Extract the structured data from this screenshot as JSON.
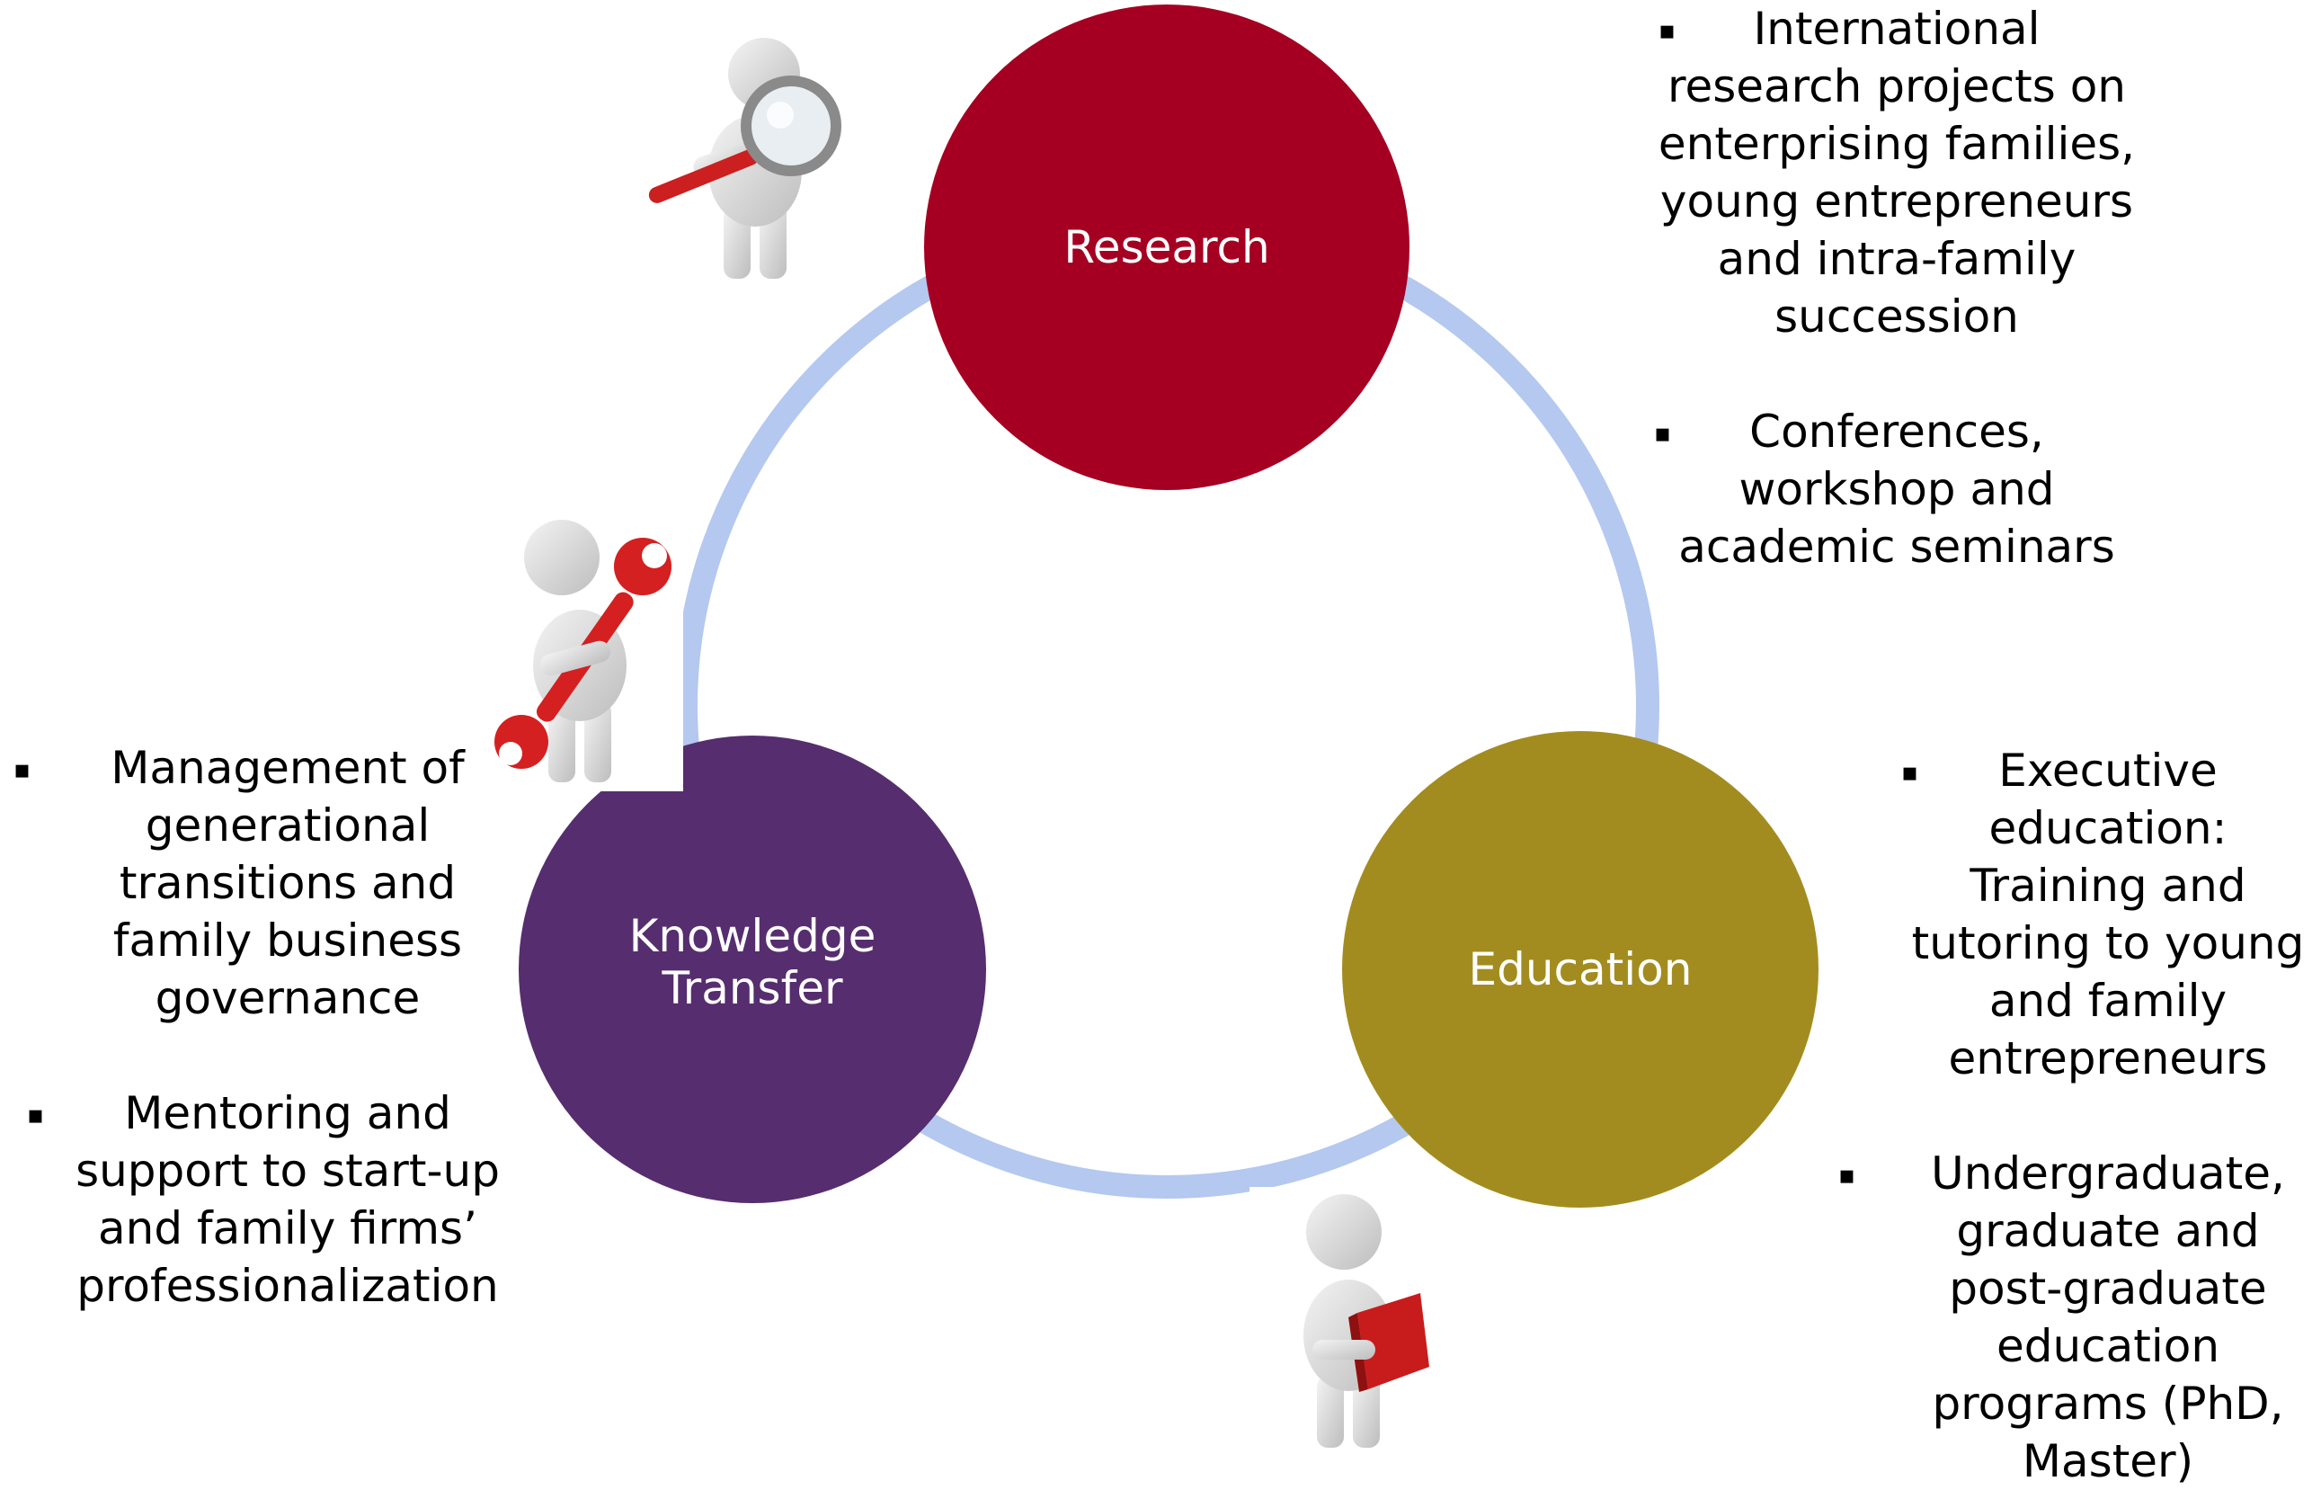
{
  "nodes": {
    "research": {
      "label": "Research",
      "color": "#a50021"
    },
    "knowledge_transfer": {
      "label_line1": "Knowledge",
      "label_line2": "Transfer",
      "color": "#562d6e"
    },
    "education": {
      "label": "Education",
      "color": "#a38c1f"
    }
  },
  "ring_color": "#b4c8f0",
  "bullet_marker": "▪",
  "research_bullets": [
    "International\nresearch projects on\nenterprising families,\nyoung entrepreneurs\nand intra-family\nsuccession",
    "Conferences,\nworkshop and\nacademic seminars"
  ],
  "knowledge_bullets": [
    "Management of\ngenerational\ntransitions and\nfamily business\ngovernance",
    "Mentoring and\nsupport to start-up\nand family firms’\nprofessionalization"
  ],
  "education_bullets": [
    "Executive\neducation:\nTraining and\ntutoring to young\nand family\nentrepreneurs",
    "Undergraduate,\ngraduate and\npost-graduate\neducation\nprograms (PhD,\nMaster)"
  ],
  "icons": [
    "magnifier-figure-icon",
    "wrench-figure-icon",
    "book-reader-figure-icon"
  ]
}
